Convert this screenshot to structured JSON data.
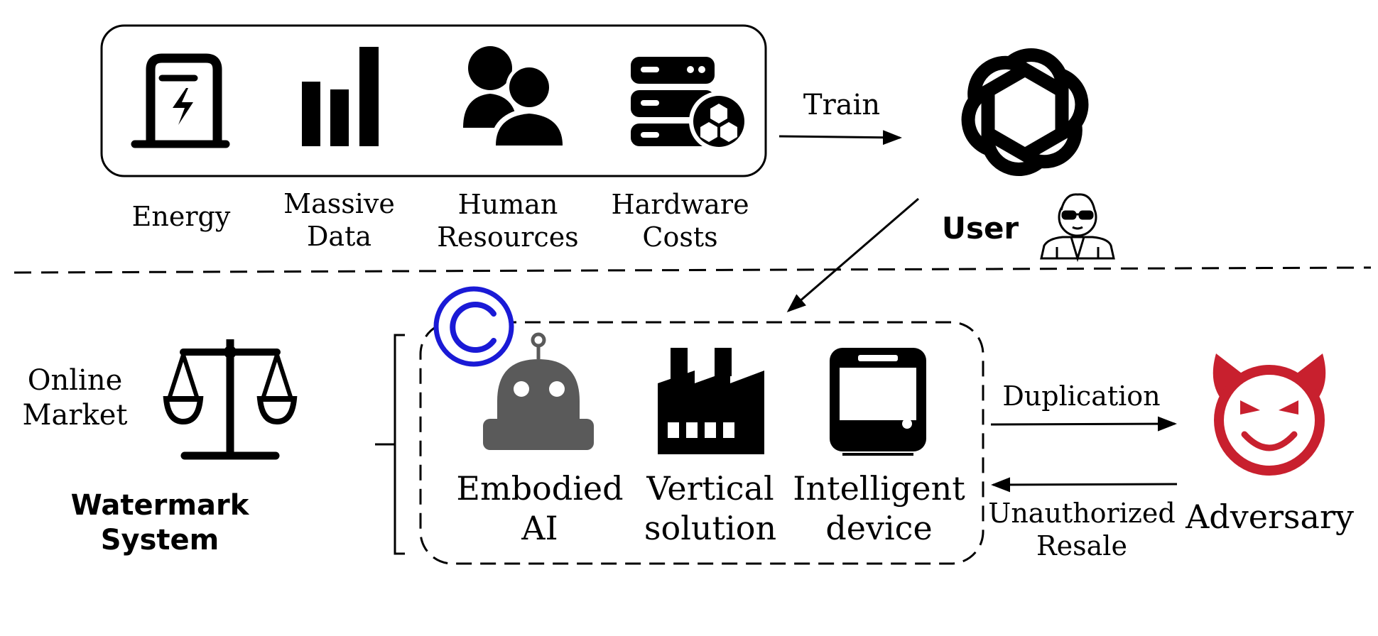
{
  "top": {
    "resources": [
      {
        "label": "Energy",
        "icon": "energy-meter-icon"
      },
      {
        "label": "Massive\nData",
        "icon": "bar-chart-icon"
      },
      {
        "label": "Human\nResources",
        "icon": "people-icon"
      },
      {
        "label": "Hardware\nCosts",
        "icon": "server-icon"
      }
    ],
    "train_label": "Train",
    "model_icon": "openai-logo-icon",
    "user_label": "User",
    "user_icon": "user-sunglasses-icon"
  },
  "bottom": {
    "market_label": "Online\nMarket",
    "system_label": "Watermark System",
    "scale_icon": "balance-scale-icon",
    "copyright_icon": "copyright-icon",
    "products": [
      {
        "label": "Embodied\nAI",
        "icon": "robot-icon"
      },
      {
        "label": "Vertical\nsolution",
        "icon": "factory-icon"
      },
      {
        "label": "Intelligent\ndevice",
        "icon": "device-icon"
      }
    ],
    "duplication_label": "Duplication",
    "resale_label": "Unauthorized\nResale",
    "adversary_label": "Adversary",
    "adversary_icon": "devil-face-icon"
  },
  "colors": {
    "copyright": "#1a1ad6",
    "adversary": "#c8202e",
    "robot": "#5a5a5a",
    "ink": "#000000"
  }
}
